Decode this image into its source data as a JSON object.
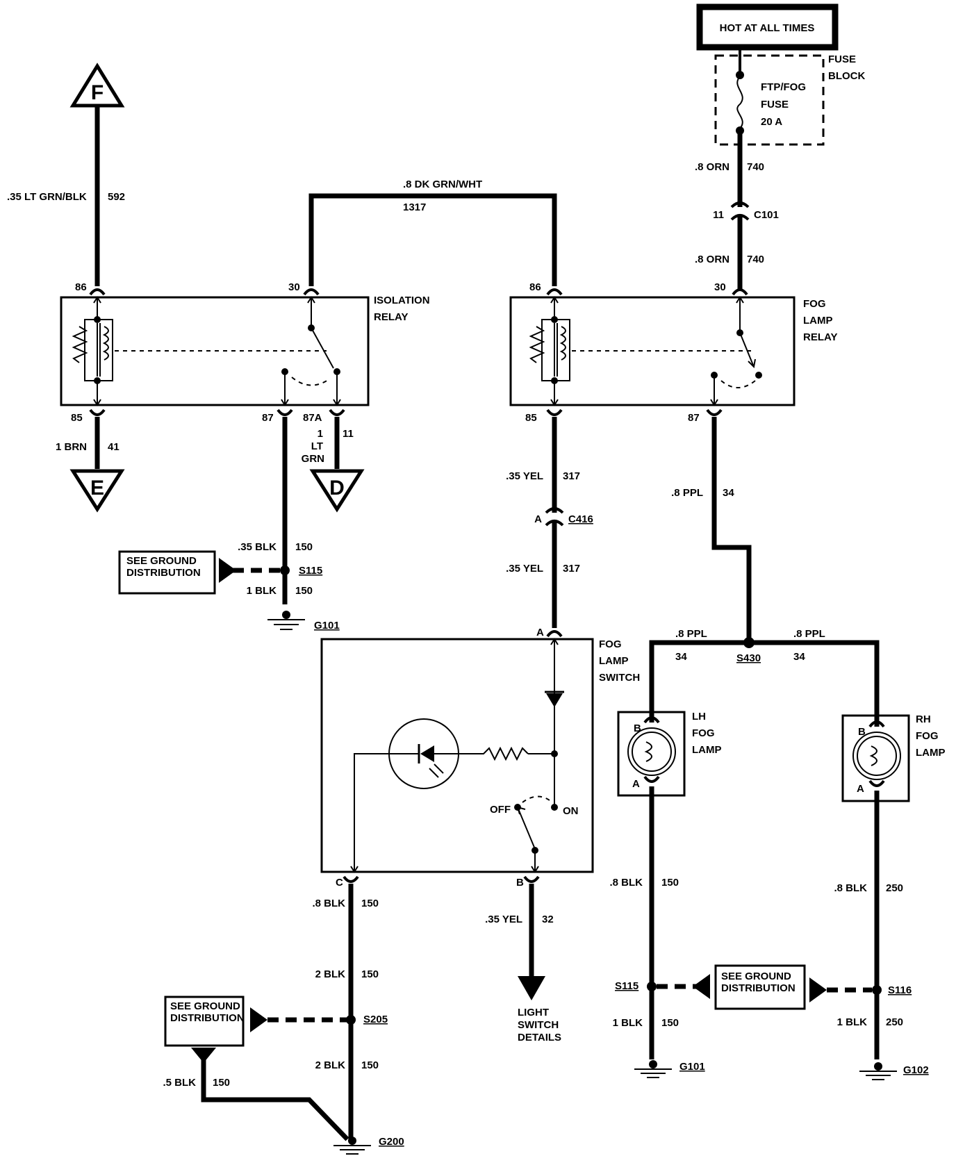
{
  "power": {
    "hot_label": "HOT AT ALL TIMES",
    "fuse_block": [
      "FUSE",
      "BLOCK"
    ],
    "fuse": [
      "FTP/FOG",
      "FUSE",
      "20 A"
    ]
  },
  "connectors": {
    "F": "F",
    "E": "E",
    "D": "D",
    "c101_pin": "11",
    "c101": "C101",
    "c416_pin": "A",
    "c416": "C416"
  },
  "isolation_relay": {
    "title": [
      "ISOLATION",
      "RELAY"
    ],
    "pins": {
      "p86": "86",
      "p30": "30",
      "p85": "85",
      "p87": "87",
      "p87a": "87A"
    }
  },
  "fog_lamp_relay": {
    "title": [
      "FOG",
      "LAMP",
      "RELAY"
    ],
    "pins": {
      "p86": "86",
      "p30": "30",
      "p85": "85",
      "p87": "87"
    }
  },
  "fog_lamp_switch": {
    "title": [
      "FOG",
      "LAMP",
      "SWITCH"
    ],
    "pins": {
      "a": "A",
      "b": "B",
      "c": "C"
    },
    "off": "OFF",
    "on": "ON"
  },
  "lh_lamp": {
    "title": [
      "LH",
      "FOG",
      "LAMP"
    ],
    "pin_b": "B",
    "pin_a": "A"
  },
  "rh_lamp": {
    "title": [
      "RH",
      "FOG",
      "LAMP"
    ],
    "pin_b": "B",
    "pin_a": "A"
  },
  "wires": {
    "w592": {
      "desc": ".35 LT GRN/BLK",
      "num": "592"
    },
    "w1317": {
      "desc": ".8 DK GRN/WHT",
      "num": "1317"
    },
    "w740a": {
      "desc": ".8 ORN",
      "num": "740"
    },
    "w740b": {
      "desc": ".8 ORN",
      "num": "740"
    },
    "w41": {
      "desc": "1 BRN",
      "num": "41"
    },
    "w11": {
      "desc": [
        "1",
        "LT",
        "GRN"
      ],
      "num": "11"
    },
    "w150_iso_top": {
      "desc": ".35 BLK",
      "num": "150"
    },
    "w150_iso_bot": {
      "desc": "1 BLK",
      "num": "150"
    },
    "w317a": {
      "desc": ".35 YEL",
      "num": "317"
    },
    "w317b": {
      "desc": ".35 YEL",
      "num": "317"
    },
    "w34_relay": {
      "desc": ".8 PPL",
      "num": "34"
    },
    "w34_left": {
      "desc": ".8 PPL",
      "num": "34"
    },
    "w34_right": {
      "desc": ".8 PPL",
      "num": "34"
    },
    "w150_sw": {
      "desc": ".8 BLK",
      "num": "150"
    },
    "w150_2a": {
      "desc": "2 BLK",
      "num": "150"
    },
    "w150_2b": {
      "desc": "2 BLK",
      "num": "150"
    },
    "w150_05": {
      "desc": ".5 BLK",
      "num": "150"
    },
    "w32": {
      "desc": ".35 YEL",
      "num": "32"
    },
    "w150_lh": {
      "desc": ".8 BLK",
      "num": "150"
    },
    "w150_lh_bot": {
      "desc": "1 BLK",
      "num": "150"
    },
    "w250_rh": {
      "desc": ".8 BLK",
      "num": "250"
    },
    "w250_rh_bot": {
      "desc": "1 BLK",
      "num": "250"
    }
  },
  "splices": {
    "s115a": "S115",
    "s205": "S205",
    "s430": "S430",
    "s115b": "S115",
    "s116": "S116"
  },
  "grounds": {
    "g101a": "G101",
    "g200": "G200",
    "g101b": "G101",
    "g102": "G102"
  },
  "notes": {
    "see_ground_1": [
      "SEE GROUND",
      "DISTRIBUTION"
    ],
    "see_ground_2": [
      "SEE GROUND",
      "DISTRIBUTION"
    ],
    "see_ground_3": [
      "SEE GROUND",
      "DISTRIBUTION"
    ],
    "light_switch": [
      "LIGHT",
      "SWITCH",
      "DETAILS"
    ]
  }
}
